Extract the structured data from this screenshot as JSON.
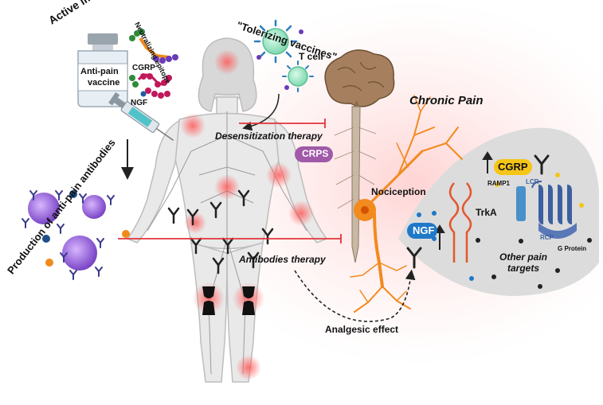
{
  "labels": {
    "active_immunization": "Active immunization",
    "vial_line1": "Anti-pain",
    "vial_line2": "vaccine",
    "neutralizing_epitope": "Neutralizing epitope",
    "cgrp_small": "CGRP",
    "ngf_small": "NGF",
    "tolerizing_vaccines": "\"Tolerizing vaccines\"",
    "t_cell": "T cell",
    "desensitization_therapy": "Desensitization therapy",
    "crps": "CRPS",
    "production_antibodies": "Production of anti-pain antibodies",
    "antibodies_therapy": "Antibodies therapy",
    "analgesic_effect": "Analgesic effect",
    "chronic_pain": "Chronic Pain",
    "nociception": "Nociception",
    "trka": "TrkA",
    "ngf_badge": "NGF",
    "cgrp_badge": "CGRP",
    "ramp1": "RAMP1",
    "lcr": "LCR",
    "rcp": "RCP",
    "g_protein": "G Protein",
    "other_pain_targets": "Other pain targets"
  },
  "colors": {
    "neuron": "#f28a1e",
    "crps_badge": "#a05aa8",
    "ngf_badge": "#1f78c8",
    "cgrp_badge": "#f5c518",
    "receptor_blue": "#3c5fa0",
    "immune_cell": "#8a5ad0",
    "inhibition_line": "#e0343a",
    "pain_glow": "#ff6b6b"
  },
  "icons": [
    "syringe-icon",
    "vaccine-vial-icon",
    "t-cell-icon",
    "brain-icon",
    "neuron-icon",
    "antibody-icon",
    "knee-joint-icon",
    "trka-receptor-icon",
    "gpcr-receptor-icon"
  ]
}
